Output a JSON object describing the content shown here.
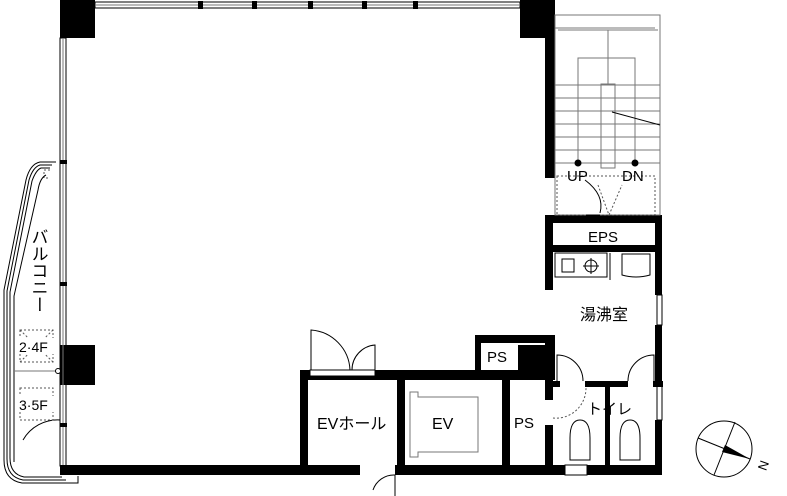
{
  "plan": {
    "labels": {
      "up": "UP",
      "dn": "DN",
      "eps": "EPS",
      "kitchenette": "湯沸室",
      "ps_upper": "PS",
      "ps_lower": "PS",
      "ev_hall": "EVホール",
      "ev": "EV",
      "toilet": "トイレ",
      "balcony": "バルコニー",
      "floor_2_4": "2·4F",
      "floor_3_5": "3·5F",
      "north": "N"
    }
  }
}
